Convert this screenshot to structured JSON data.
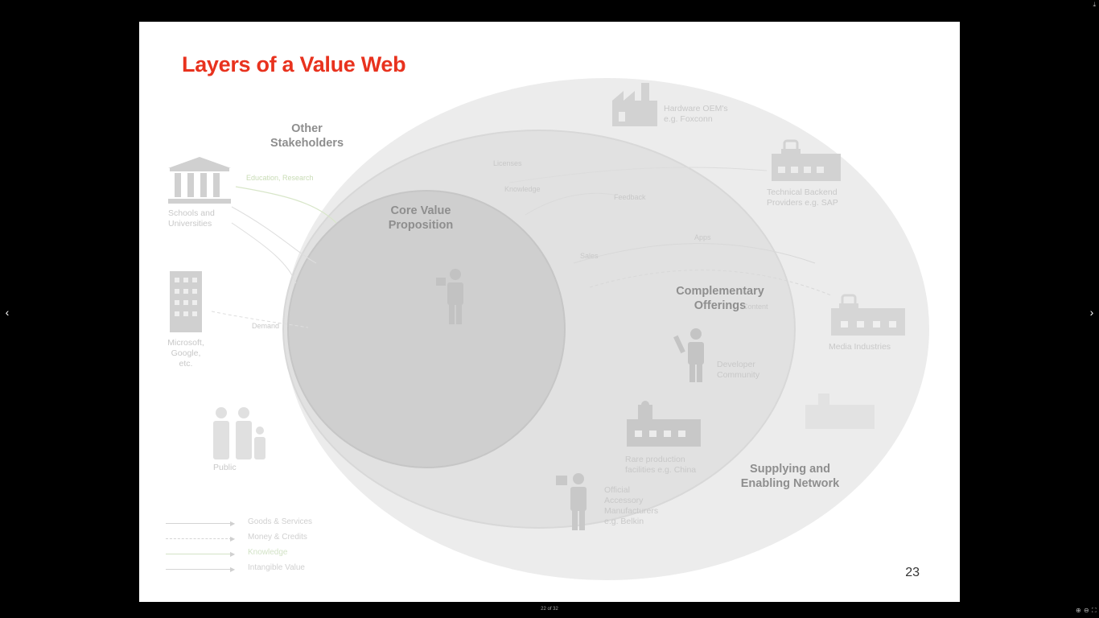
{
  "slide": {
    "title": "Layers of a Value Web",
    "page_number": "23",
    "layers": {
      "other": "Other\nStakeholders",
      "core": "Core Value\nProposition",
      "complementary": "Complementary\nOfferings",
      "supplying": "Supplying and\nEnabling Network"
    },
    "actors": {
      "hardware_oems": "Hardware OEM's\ne.g. Foxconn",
      "technical_backend": "Technical Backend\nProviders e.g. SAP",
      "media_industries": "Media Industries",
      "schools": "Schools and\nUniversities",
      "microsoft": "Microsoft,\nGoogle,\netc.",
      "developer_community": "Developer\nCommunity",
      "rare_producers": "Rare production\nfacilities e.g. China",
      "official_accessory": "Official\nAccessory\nManufacturers\ne.g. Belkin",
      "public": "Public"
    },
    "edge_labels": {
      "education": "Education, Research",
      "sales": "Sales",
      "apps": "Apps",
      "feedback": "Feedback",
      "knowledge": "Knowledge",
      "content": "Content",
      "licenses": "Licenses",
      "demand": "Demand"
    },
    "legend": [
      {
        "label": "Goods & Services",
        "style": "solid"
      },
      {
        "label": "Money & Credits",
        "style": "dashed"
      },
      {
        "label": "Knowledge",
        "style": "green"
      },
      {
        "label": "Intangible Value",
        "style": "solid"
      }
    ]
  },
  "viewer": {
    "page_indicator": "22 of 32",
    "prev_icon": "‹",
    "next_icon": "›",
    "zoom_in": "⊕",
    "zoom_out": "⊖",
    "fit": "⛶",
    "download": "⤓"
  },
  "colors": {
    "title": "#e8321e",
    "layer_label": "#8e8e8e"
  }
}
